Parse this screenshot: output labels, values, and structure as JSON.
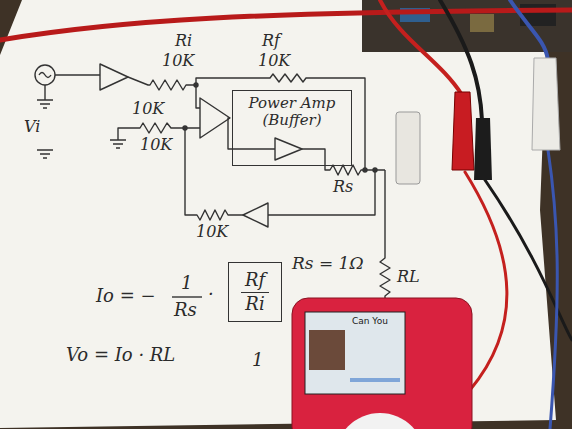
{
  "diagram": {
    "nodes": [
      {
        "text": [
          "Power Amp (Buffer)"
        ]
      },
      {
        "text": [
          "Rf",
          "Ri"
        ]
      }
    ],
    "labels": [
      "Ri",
      "10K",
      "Rf",
      "10K",
      "10K",
      "10K",
      "Vi",
      "10K",
      "Rs",
      "RL",
      "Io = −",
      "1",
      "Rs",
      "·",
      "Rs = 1Ω",
      "1",
      "Vo = Io · RL",
      "Can You"
    ]
  }
}
